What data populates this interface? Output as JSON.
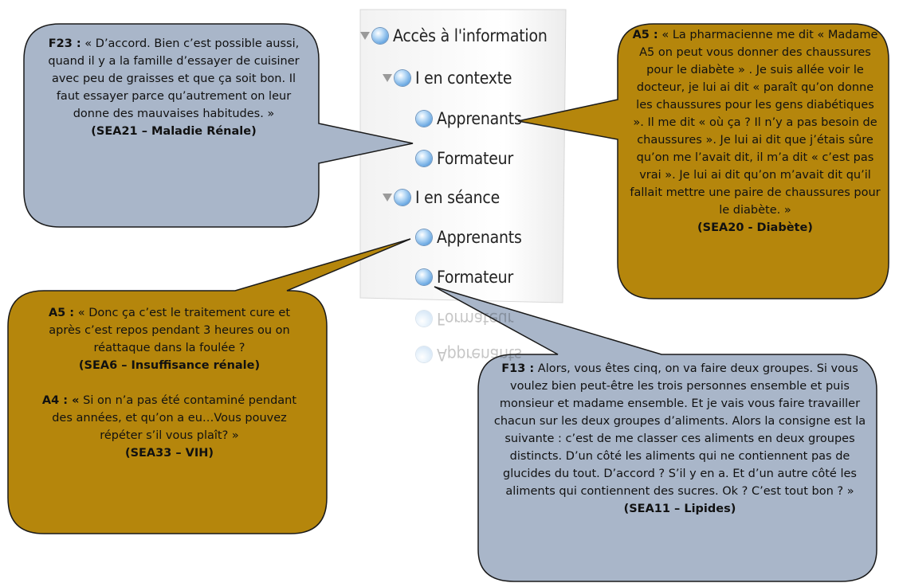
{
  "tree": {
    "root": "Accès à l'information",
    "groups": [
      {
        "label": "I en contexte",
        "children": [
          "Apprenants",
          "Formateur"
        ]
      },
      {
        "label": "I en séance",
        "children": [
          "Apprenants",
          "Formateur"
        ]
      }
    ],
    "reflection": [
      "Formateur",
      "Apprenants"
    ]
  },
  "bubbles": {
    "f23": {
      "speaker": "F23 :",
      "quote": "« D’accord. Bien c’est possible aussi, quand il y a la famille d’essayer de cuisiner avec peu de graisses et que ça soit bon. Il faut essayer parce qu’autrement on leur donne des mauvaises habitudes. »",
      "source": "(SEA21 – Maladie Rénale)"
    },
    "a5_diabete": {
      "speaker": "A5 :",
      "quote": "« La pharmacienne me dit « Madame A5 on peut vous donner des chaussures pour le diabète » . Je suis allée voir le docteur, je lui ai dit « paraît qu’on donne les chaussures pour les gens diabétiques ». Il me dit « où ça ?  Il n’y a pas besoin de chaussures ». Je lui ai dit que j’étais sûre qu’on me l’avait dit, il m’a dit « c’est pas vrai ». Je lui ai dit qu’on m’avait dit qu’il fallait mettre une paire de chaussures pour le diabète. »",
      "source": "(SEA20 - Diabète)"
    },
    "a5_a4": {
      "speaker1": "A5 :",
      "quote1": "« Donc ça c’est le traitement cure et après c’est repos pendant 3 heures ou on réattaque dans la foulée ?",
      "source1": "(SEA6 – Insuffisance rénale)",
      "speaker2": "A4 : «",
      "quote2": "Si on n’a pas été contaminé pendant des années, et qu’on a eu…Vous pouvez répéter s’il vous plaît? »",
      "source2": "(SEA33 – VIH)"
    },
    "f13": {
      "speaker": "F13 :",
      "quote": "Alors, vous êtes cinq, on va faire deux groupes. Si vous voulez bien peut-être les trois personnes ensemble et puis monsieur et madame ensemble. Et je vais vous faire travailler chacun sur les deux groupes d’aliments. Alors la consigne est la suivante : c’est de me classer ces aliments en deux groupes distincts. D’un côté les aliments qui ne contiennent pas de glucides du tout. D’accord ? S’il y en a. Et d’un autre côté les aliments qui contiennent des sucres. Ok ? C’est tout bon ? »",
      "source": "(SEA11 – Lipides)"
    }
  },
  "colors": {
    "blue_bubble": "#a9b6c9",
    "gold_bubble": "#b5860c",
    "bubble_stroke": "#1a1a1a",
    "tree_node": "#5c9ad8"
  }
}
